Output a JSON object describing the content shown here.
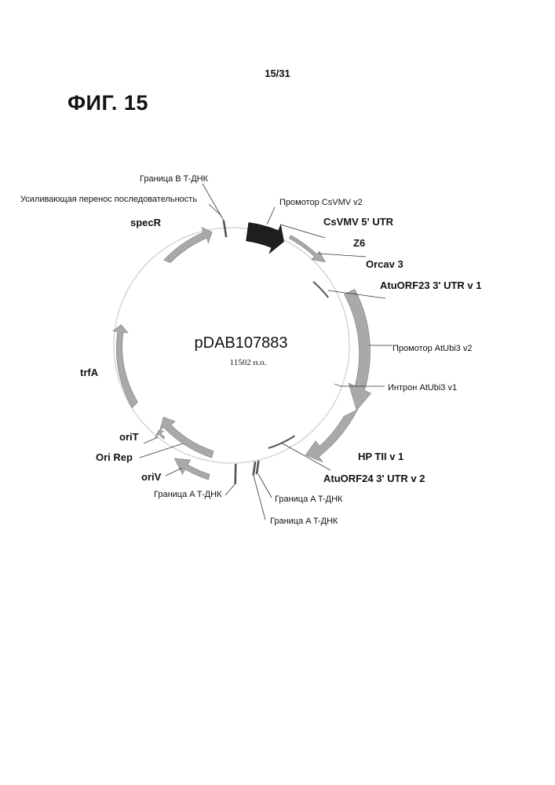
{
  "page_number": "15/31",
  "figure_title": "ФИГ. 15",
  "plasmid": {
    "name": "pDAB107883",
    "size": "11502 п.о."
  },
  "labels": {
    "border_b": "Граница B T-ДНК",
    "enhancer": "Усиливающая перенос последовательность",
    "cs_promoter": "Промотор CsVMV v2",
    "cs_utr": "CsVMV 5' UTR",
    "z6": "Z6",
    "orca": "Orcav 3",
    "atuorf23": "AtuORF23 3' UTR v 1",
    "ubi_promoter": "Промотор AtUbi3 v2",
    "ubi_intron": "Интрон AtUbi3 v1",
    "hptii": "HP TII v 1",
    "atuorf24": "AtuORF24 3' UTR v 2",
    "border_a1": "Граница A T-ДНК",
    "border_a2": "Граница A T-ДНК",
    "border_a3": "Граница A T-ДНК",
    "oriv": "oriV",
    "ori_rep": "Ori Rep",
    "orit": "oriT",
    "trfa": "trfA",
    "specr": "specR"
  },
  "colors": {
    "backbone": "#d6d6d6",
    "feature": "#a9a9a9",
    "feature_edge": "#7a7a7a",
    "promoter_dark": "#1e1e1e",
    "marker": "#555555"
  }
}
